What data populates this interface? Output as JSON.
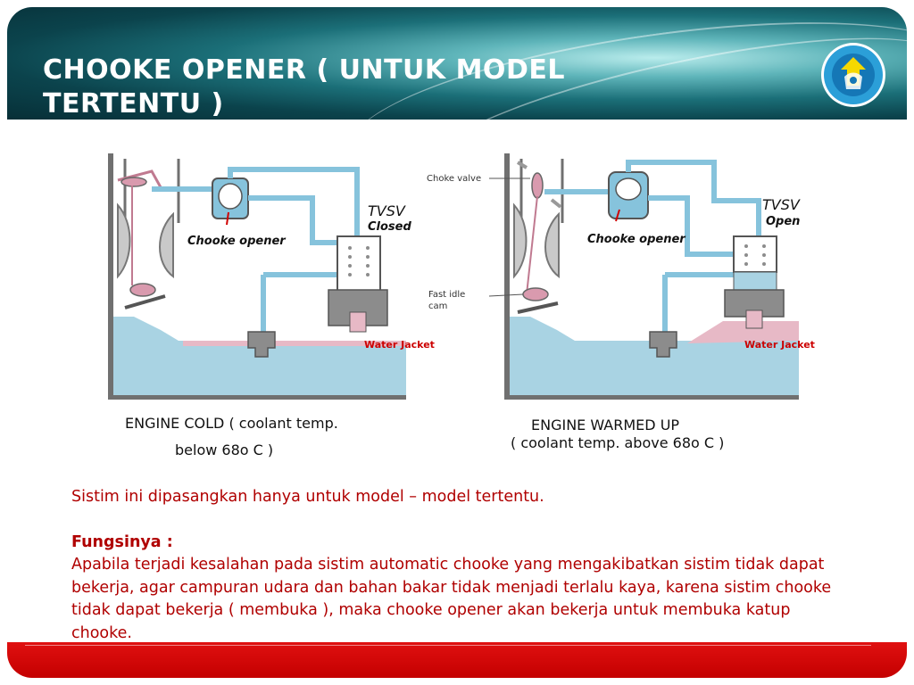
{
  "slide": {
    "title": "CHOOKE OPENER ( UNTUK MODEL TERTENTU )"
  },
  "diagram": {
    "left": {
      "caption_line1": "ENGINE COLD ( coolant temp.",
      "caption_line2": "below 68o C )",
      "opener_label": "Chooke opener",
      "tvsv_label": "TVSV",
      "tvsv_state": "Closed",
      "water_jacket": "Water Jacket"
    },
    "right": {
      "caption_line1": "ENGINE  WARMED UP",
      "caption_line2": "( coolant temp. above 68o C )",
      "opener_label": "Chooke opener",
      "tvsv_label": "TVSV",
      "tvsv_state": "Open",
      "choke_valve": "Choke valve",
      "fast_idle_line1": "Fast idle",
      "fast_idle_line2": "cam",
      "water_jacket": "Water Jacket"
    }
  },
  "body": {
    "intro": "Sistim ini dipasangkan hanya untuk model – model tertentu.",
    "heading": "Fungsinya :",
    "paragraph": "Apabila terjadi kesalahan pada sistim automatic chooke yang mengakibatkan sistim tidak dapat bekerja,  agar campuran udara dan bahan bakar tidak menjadi terlalu kaya, karena sistim chooke tidak dapat bekerja ( membuka ), maka chooke opener akan bekerja untuk membuka katup chooke."
  },
  "colors": {
    "title_text": "#ffffff",
    "body_text": "#b00000",
    "footer": "#d40000",
    "coolant": "#a9d3e3",
    "pipe": "#86c3dc",
    "valve_gray": "#8c8c8c",
    "pink": "#e7b9c6",
    "water_jacket_label": "#cc0000"
  },
  "icons": {
    "logo": "tut-wuri-handayani-emblem"
  }
}
